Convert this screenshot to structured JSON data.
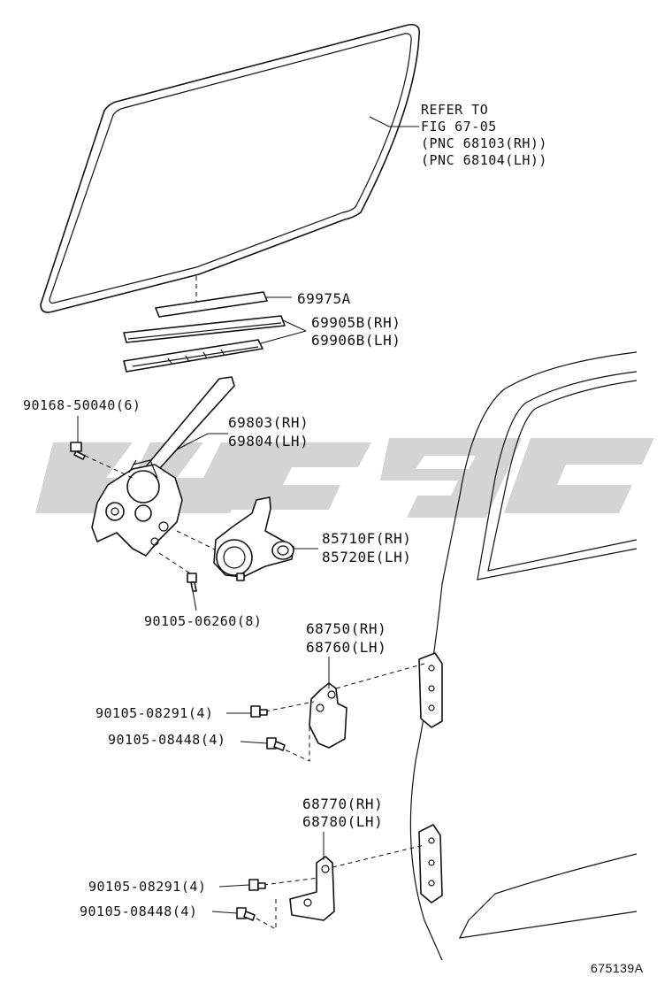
{
  "watermark": "wcgc",
  "refer": {
    "line1": "REFER TO",
    "line2": "FIG 67-05",
    "line3": "(PNC 68103(RH))",
    "line4": "(PNC 68104(LH))"
  },
  "parts": {
    "p69975": "69975A",
    "p69905": "69905B(RH)",
    "p69906": "69906B(LH)",
    "p69803": "69803(RH)",
    "p69804": "69804(LH)",
    "p90168": "90168-50040(6)",
    "p85710": "85710F(RH)",
    "p85720": "85720E(LH)",
    "p90105_06260": "90105-06260(8)",
    "p68750": "68750(RH)",
    "p68760": "68760(LH)",
    "p90105_08291_a": "90105-08291(4)",
    "p90105_08448_a": "90105-08448(4)",
    "p68770": "68770(RH)",
    "p68780": "68780(LH)",
    "p90105_08291_b": "90105-08291(4)",
    "p90105_08448_b": "90105-08448(4)"
  },
  "figure_id": "675139A"
}
